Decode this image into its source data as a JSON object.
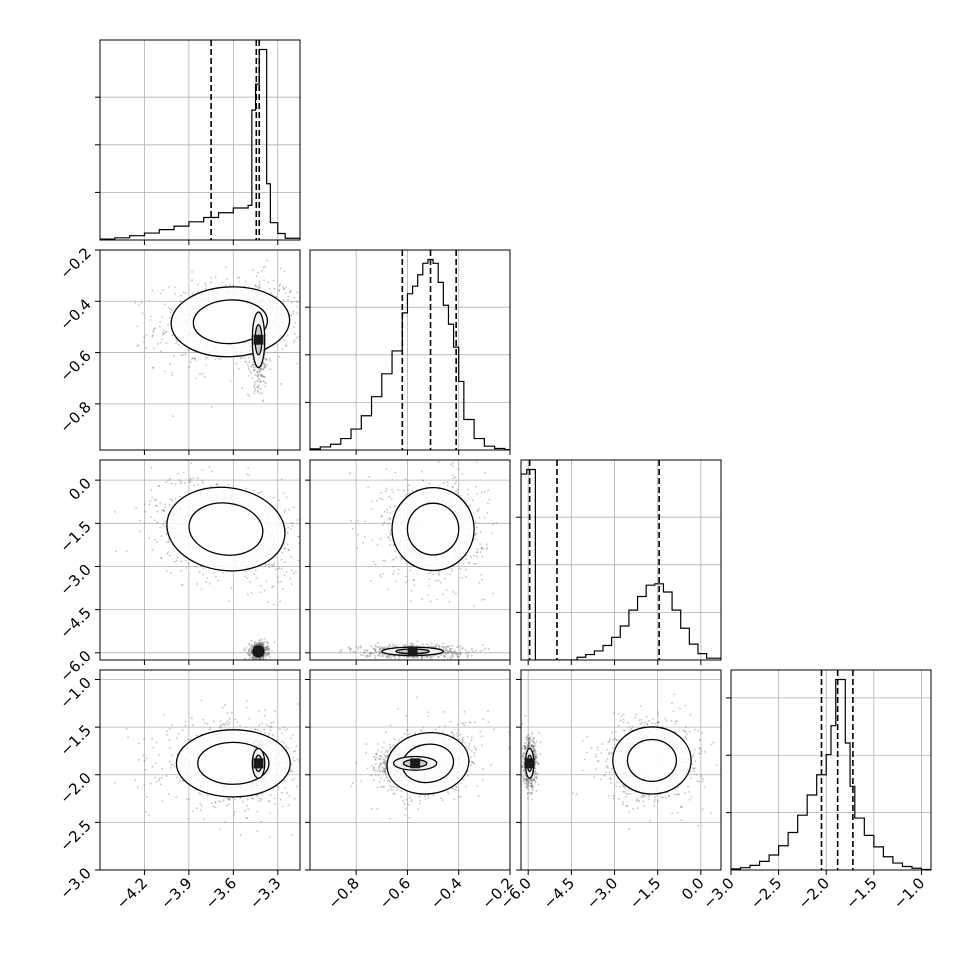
{
  "chart_data": {
    "type": "corner",
    "grid": true,
    "colors": {
      "line": "#000000",
      "grid": "#b0b0b0",
      "scatter": "#555555",
      "density": "#1a1a1a"
    },
    "parameters": [
      {
        "range": [
          -4.5,
          -3.15
        ],
        "ticks": [
          -4.2,
          -3.9,
          -3.6,
          -3.3
        ],
        "tick_labels": [
          "−4.2",
          "−3.9",
          "−3.6",
          "−3.3"
        ],
        "quantiles": [
          -3.75,
          -3.445,
          -3.425
        ],
        "center": -3.43
      },
      {
        "range": [
          -0.98,
          -0.2
        ],
        "ticks": [
          -0.8,
          -0.6,
          -0.4,
          -0.2
        ],
        "tick_labels": [
          "−0.8",
          "−0.6",
          "−0.4",
          "−0.2"
        ],
        "quantiles": [
          -0.62,
          -0.51,
          -0.41
        ],
        "center": -0.51
      },
      {
        "range": [
          -6.25,
          0.7
        ],
        "ticks": [
          -6.0,
          -4.5,
          -3.0,
          -1.5,
          0.0
        ],
        "tick_labels": [
          "−6.0",
          "−4.5",
          "−3.0",
          "−1.5",
          "0.0"
        ],
        "quantiles": [
          -5.95,
          -5.0,
          -1.45
        ],
        "center": -1.75
      },
      {
        "range": [
          -3.0,
          -0.9
        ],
        "ticks": [
          -3.0,
          -2.5,
          -2.0,
          -1.5,
          -1.0
        ],
        "tick_labels": [
          "−3.0",
          "−2.5",
          "−2.0",
          "−1.5",
          "−1.0"
        ],
        "quantiles": [
          -2.05,
          -1.88,
          -1.72
        ],
        "center": -1.88
      }
    ],
    "histograms": [
      {
        "edges": [
          -4.5,
          -4.4,
          -4.3,
          -4.2,
          -4.1,
          -4.0,
          -3.9,
          -3.8,
          -3.7,
          -3.6,
          -3.5,
          -3.475,
          -3.45,
          -3.425,
          -3.4,
          -3.375,
          -3.35,
          -3.3,
          -3.25,
          -3.15
        ],
        "counts": [
          0.2,
          0.5,
          1.0,
          1.6,
          2.4,
          3.2,
          4.2,
          5.2,
          6.3,
          7.4,
          8.0,
          30.0,
          36.0,
          44.0,
          44.0,
          13.0,
          4.0,
          1.5,
          0.4
        ]
      },
      {
        "edges": [
          -0.98,
          -0.94,
          -0.9,
          -0.86,
          -0.82,
          -0.78,
          -0.74,
          -0.7,
          -0.66,
          -0.62,
          -0.6,
          -0.58,
          -0.56,
          -0.54,
          -0.52,
          -0.5,
          -0.48,
          -0.46,
          -0.44,
          -0.42,
          -0.4,
          -0.38,
          -0.34,
          -0.3,
          -0.26,
          -0.22,
          -0.2
        ],
        "counts": [
          0.3,
          0.8,
          1.5,
          3.0,
          5.5,
          9.0,
          14.0,
          20.0,
          26.0,
          36.0,
          41.0,
          43.0,
          46.0,
          49.0,
          50.0,
          49.0,
          44.0,
          38.0,
          33.0,
          27.0,
          18.0,
          8.0,
          3.0,
          1.0,
          0.4,
          0.1
        ]
      },
      {
        "edges": [
          -6.25,
          -6.05,
          -5.75,
          -5.45,
          -4.3,
          -4.0,
          -3.7,
          -3.4,
          -3.1,
          -2.8,
          -2.5,
          -2.2,
          -1.9,
          -1.6,
          -1.3,
          -1.0,
          -0.7,
          -0.4,
          -0.1,
          0.2,
          0.7
        ],
        "counts": [
          41.0,
          42.0,
          0.0,
          0.0,
          0.6,
          1.2,
          2.0,
          3.2,
          5.0,
          7.5,
          11.0,
          14.0,
          16.5,
          16.8,
          15.0,
          11.0,
          7.0,
          3.5,
          1.4,
          0.4
        ]
      },
      {
        "edges": [
          -3.0,
          -2.9,
          -2.8,
          -2.7,
          -2.6,
          -2.5,
          -2.4,
          -2.3,
          -2.2,
          -2.1,
          -2.0,
          -1.95,
          -1.9,
          -1.85,
          -1.8,
          -1.75,
          -1.7,
          -1.6,
          -1.5,
          -1.4,
          -1.3,
          -1.2,
          -1.1,
          -1.0,
          -0.9
        ],
        "counts": [
          0.2,
          0.4,
          0.8,
          1.5,
          2.6,
          4.2,
          6.5,
          9.5,
          13.0,
          16.5,
          20.0,
          25.0,
          33.0,
          33.0,
          22.0,
          14.5,
          9.0,
          6.0,
          4.0,
          2.3,
          1.2,
          0.6,
          0.3,
          0.1
        ]
      }
    ],
    "joint": [
      {
        "x": 0,
        "y": 1,
        "blobs": [
          {
            "cx": -3.62,
            "cy": -0.48,
            "sx": 0.25,
            "sy": 0.085,
            "rho": 0.1,
            "w": 0.6
          },
          {
            "cx": -3.43,
            "cy": -0.55,
            "sx": 0.035,
            "sy": 0.09,
            "rho": 0.0,
            "w": 0.45
          }
        ]
      },
      {
        "x": 0,
        "y": 2,
        "blobs": [
          {
            "cx": -3.65,
            "cy": -1.7,
            "sx": 0.25,
            "sy": 0.9,
            "rho": -0.3,
            "w": 0.6
          },
          {
            "cx": -3.43,
            "cy": -5.95,
            "sx": 0.03,
            "sy": 0.15,
            "rho": 0.0,
            "w": 0.4
          }
        ]
      },
      {
        "x": 0,
        "y": 3,
        "blobs": [
          {
            "cx": -3.6,
            "cy": -1.88,
            "sx": 0.24,
            "sy": 0.22,
            "rho": 0.0,
            "w": 0.6
          },
          {
            "cx": -3.43,
            "cy": -1.88,
            "sx": 0.035,
            "sy": 0.13,
            "rho": 0.0,
            "w": 0.45
          }
        ]
      },
      {
        "x": 1,
        "y": 2,
        "blobs": [
          {
            "cx": -0.5,
            "cy": -1.7,
            "sx": 0.1,
            "sy": 0.9,
            "rho": 0.0,
            "w": 0.6
          },
          {
            "cx": -0.58,
            "cy": -5.95,
            "sx": 0.1,
            "sy": 0.12,
            "rho": 0.0,
            "w": 0.45
          }
        ]
      },
      {
        "x": 1,
        "y": 3,
        "blobs": [
          {
            "cx": -0.52,
            "cy": -1.88,
            "sx": 0.1,
            "sy": 0.2,
            "rho": 0.3,
            "w": 0.55
          },
          {
            "cx": -0.57,
            "cy": -1.88,
            "sx": 0.07,
            "sy": 0.06,
            "rho": 0.0,
            "w": 0.5
          }
        ]
      },
      {
        "x": 2,
        "y": 3,
        "blobs": [
          {
            "cx": -1.7,
            "cy": -1.85,
            "sx": 0.85,
            "sy": 0.22,
            "rho": 0.0,
            "w": 0.6
          },
          {
            "cx": -5.95,
            "cy": -1.88,
            "sx": 0.12,
            "sy": 0.13,
            "rho": 0.0,
            "w": 0.45
          }
        ]
      }
    ]
  }
}
